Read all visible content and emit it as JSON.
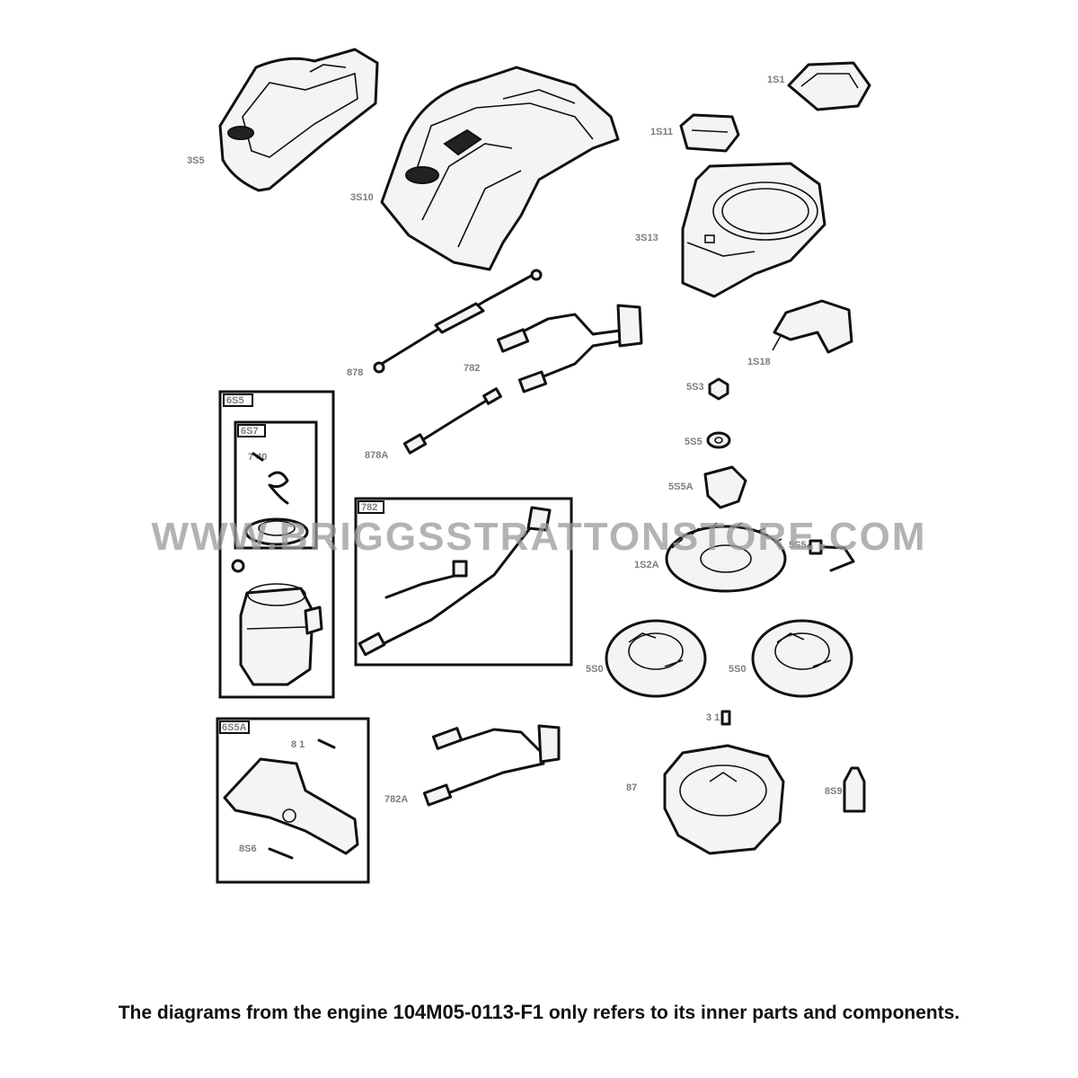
{
  "watermark": "WWW.BRIGGSSTRATTONSTORE.COM",
  "caption": {
    "prefix": "The diagrams from the engine ",
    "engine_model": "104M05-0113-F1",
    "suffix": " only refers to its inner parts and components."
  },
  "colors": {
    "line": "#111111",
    "background": "#ffffff",
    "watermark": "#9a9a9a"
  },
  "parts": [
    {
      "id": "cover-left",
      "icon": "engine-cover-icon"
    },
    {
      "id": "blower-housing",
      "icon": "blower-housing-icon"
    },
    {
      "id": "air-filter-cover",
      "icon": "filter-cover-icon"
    },
    {
      "id": "air-filter",
      "icon": "air-filter-icon"
    },
    {
      "id": "air-guide",
      "icon": "air-guide-icon"
    },
    {
      "id": "spark-plug-lead",
      "icon": "wire-lead-icon"
    },
    {
      "id": "wire-harness-upper",
      "icon": "wire-harness-icon"
    },
    {
      "id": "switch-bracket",
      "icon": "bracket-icon"
    },
    {
      "id": "ground-wire",
      "icon": "wire-lead-icon"
    },
    {
      "id": "starter-motor",
      "icon": "starter-motor-icon"
    },
    {
      "id": "drive-kit",
      "icon": "drive-kit-icon"
    },
    {
      "id": "harness-kit",
      "icon": "harness-kit-icon"
    },
    {
      "id": "flywheel-nut",
      "icon": "nut-icon"
    },
    {
      "id": "washer",
      "icon": "washer-icon"
    },
    {
      "id": "fan-retainer",
      "icon": "fan-retainer-icon"
    },
    {
      "id": "fan",
      "icon": "fan-icon"
    },
    {
      "id": "ignition-bracket",
      "icon": "bracket-icon"
    },
    {
      "id": "flywheel-left",
      "icon": "flywheel-icon"
    },
    {
      "id": "flywheel-right",
      "icon": "flywheel-icon"
    },
    {
      "id": "key",
      "icon": "key-icon"
    },
    {
      "id": "control-assembly",
      "icon": "control-bracket-icon"
    },
    {
      "id": "wire-harness-lower",
      "icon": "wire-harness-icon"
    },
    {
      "id": "crankcase",
      "icon": "crankcase-icon"
    },
    {
      "id": "oil-bottle",
      "icon": "oil-bottle-icon"
    }
  ]
}
